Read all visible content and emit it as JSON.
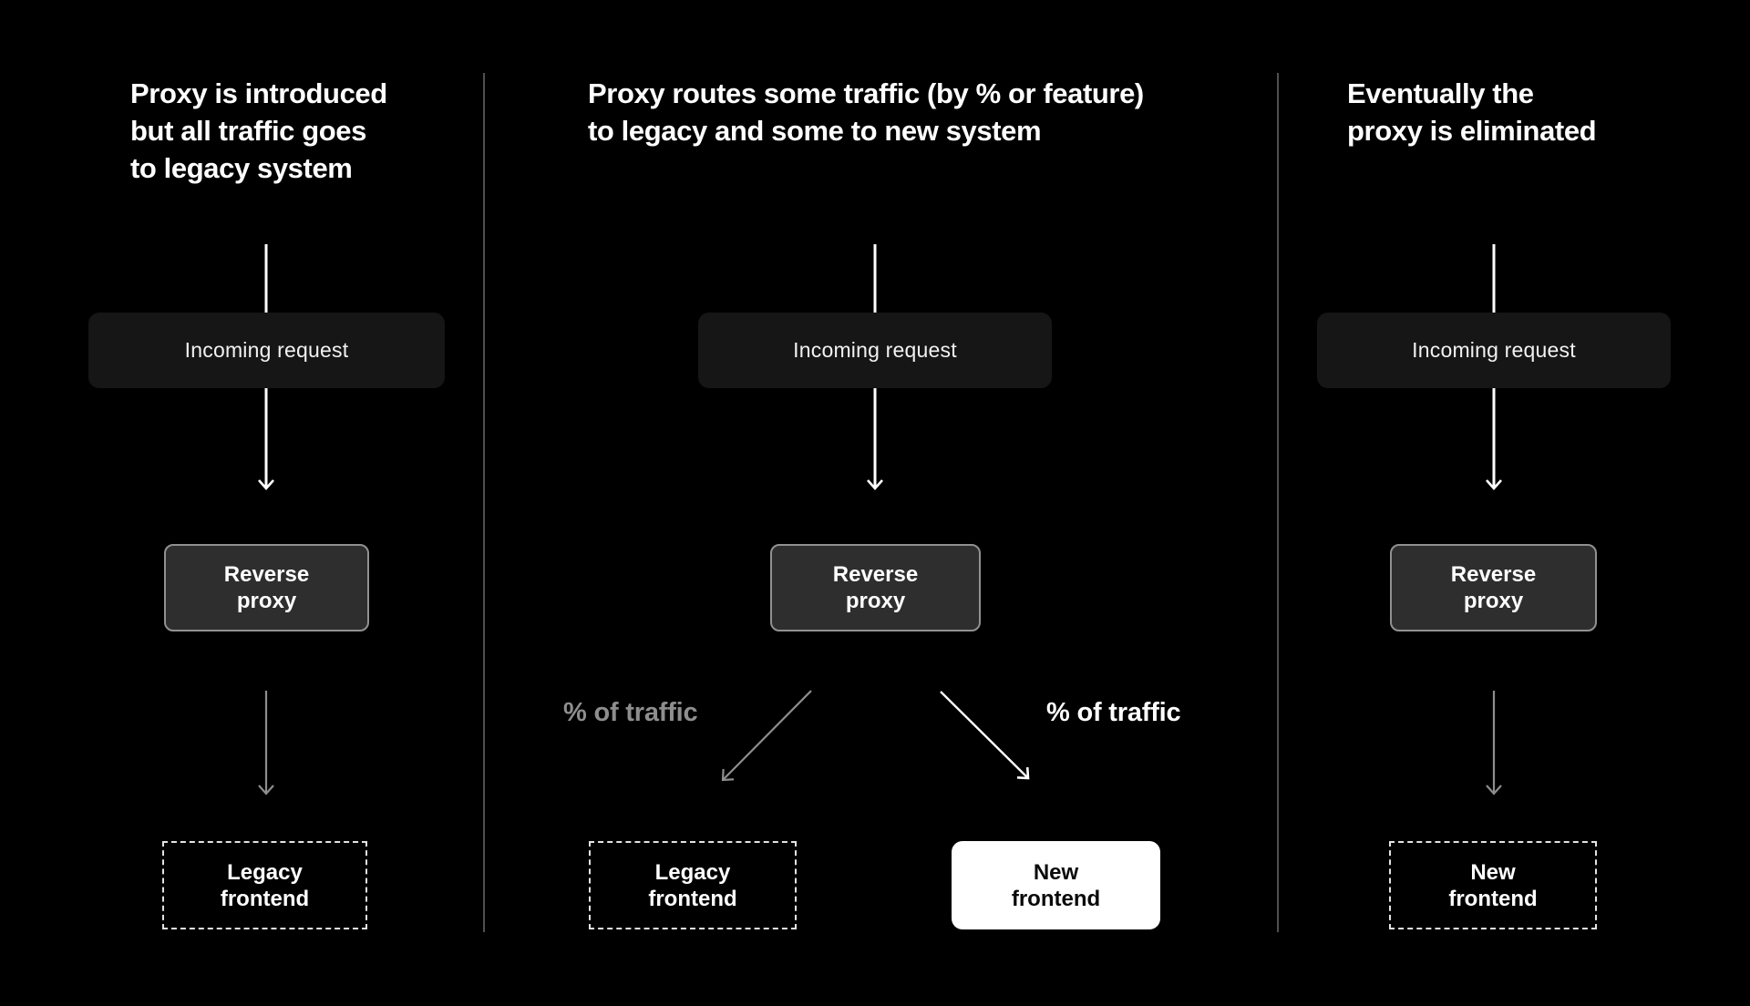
{
  "colors": {
    "background": "#000000",
    "incoming_box_fill": "#161616",
    "proxy_box_fill": "#2e2e2e",
    "proxy_box_border": "#919191",
    "dashed_box_border": "#e3e3e3",
    "new_frontend_fill": "#ffffff",
    "divider": "#4f4f4f",
    "muted_gray": "#8e8e8e",
    "text": "#ffffff"
  },
  "panels": [
    {
      "id": "proxy-introduced",
      "title": "Proxy is introduced\nbut all traffic goes\nto legacy system",
      "incoming_label": "Incoming request",
      "proxy_label": "Reverse\nproxy",
      "frontend_label": "Legacy\nfrontend"
    },
    {
      "id": "proxy-routes",
      "title": "Proxy routes some traffic (by % or feature)\nto legacy and some to new system",
      "incoming_label": "Incoming request",
      "proxy_label": "Reverse\nproxy",
      "legacy_label": "Legacy\nfrontend",
      "new_label": "New\nfrontend",
      "traffic_label_left": "% of traffic",
      "traffic_label_right": "% of traffic"
    },
    {
      "id": "proxy-eliminated",
      "title": "Eventually the\nproxy is eliminated",
      "incoming_label": "Incoming request",
      "proxy_label": "Reverse\nproxy",
      "frontend_label": "New\nfrontend"
    }
  ]
}
